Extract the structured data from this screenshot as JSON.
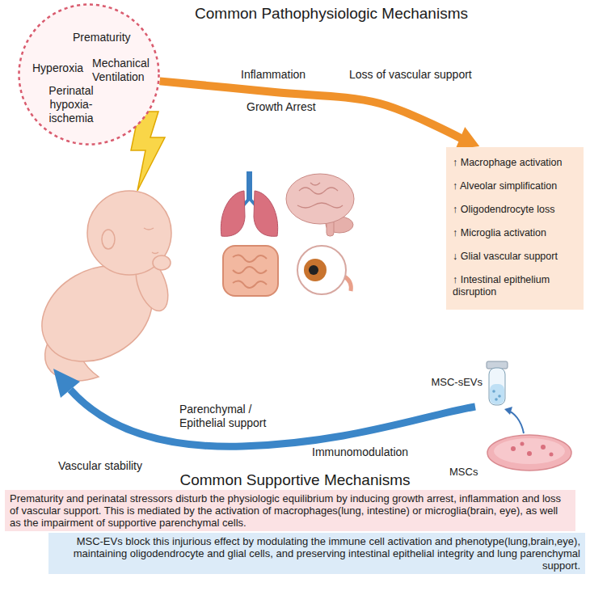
{
  "diagram": {
    "title": "Common Pathophysiologic Mechanisms",
    "nodes": [
      {
        "text": [
          "Prematurity",
          "Hyperoxia",
          "Mechanical Ventilation",
          "Perinatal hypoxia-ischemia"
        ]
      },
      {
        "text": [
          "↑ Macrophage activation",
          "↑ Alveolar simplification",
          "↑ Oligodendrocyte loss",
          "↑ Microglia activation",
          "↓ Glial vascular support",
          "↑ Intestinal epithelium disruption"
        ]
      },
      {
        "text": [
          "Prematurity and perinatal stressors disturb the physiologic equilibrium by inducing growth arrest, inflammation and loss of vascular support. This is mediated by the activation of macrophages(lung, intestine) or microglia(brain, eye), as well as the impairment of supportive parenchymal cells."
        ]
      },
      {
        "text": [
          "MSC-EVs block this injurious effect by modulating the immune cell activation and phenotype(lung,brain,eye), maintaining oligodendrocyte and glial cells, and preserving intestinal epithelial integrity and lung parenchymal support."
        ]
      }
    ],
    "edges": [
      {
        "from": 0,
        "to": 1,
        "arrow": "to"
      }
    ],
    "labels": [
      "Inflammation",
      "Loss of vascular support",
      "Growth Arrest",
      "Parenchymal / Epithelial support",
      "Immunomodulation",
      "MSC-sEVs",
      "Vascular stability",
      "MSCs",
      "Common Supportive Mechanisms"
    ]
  }
}
